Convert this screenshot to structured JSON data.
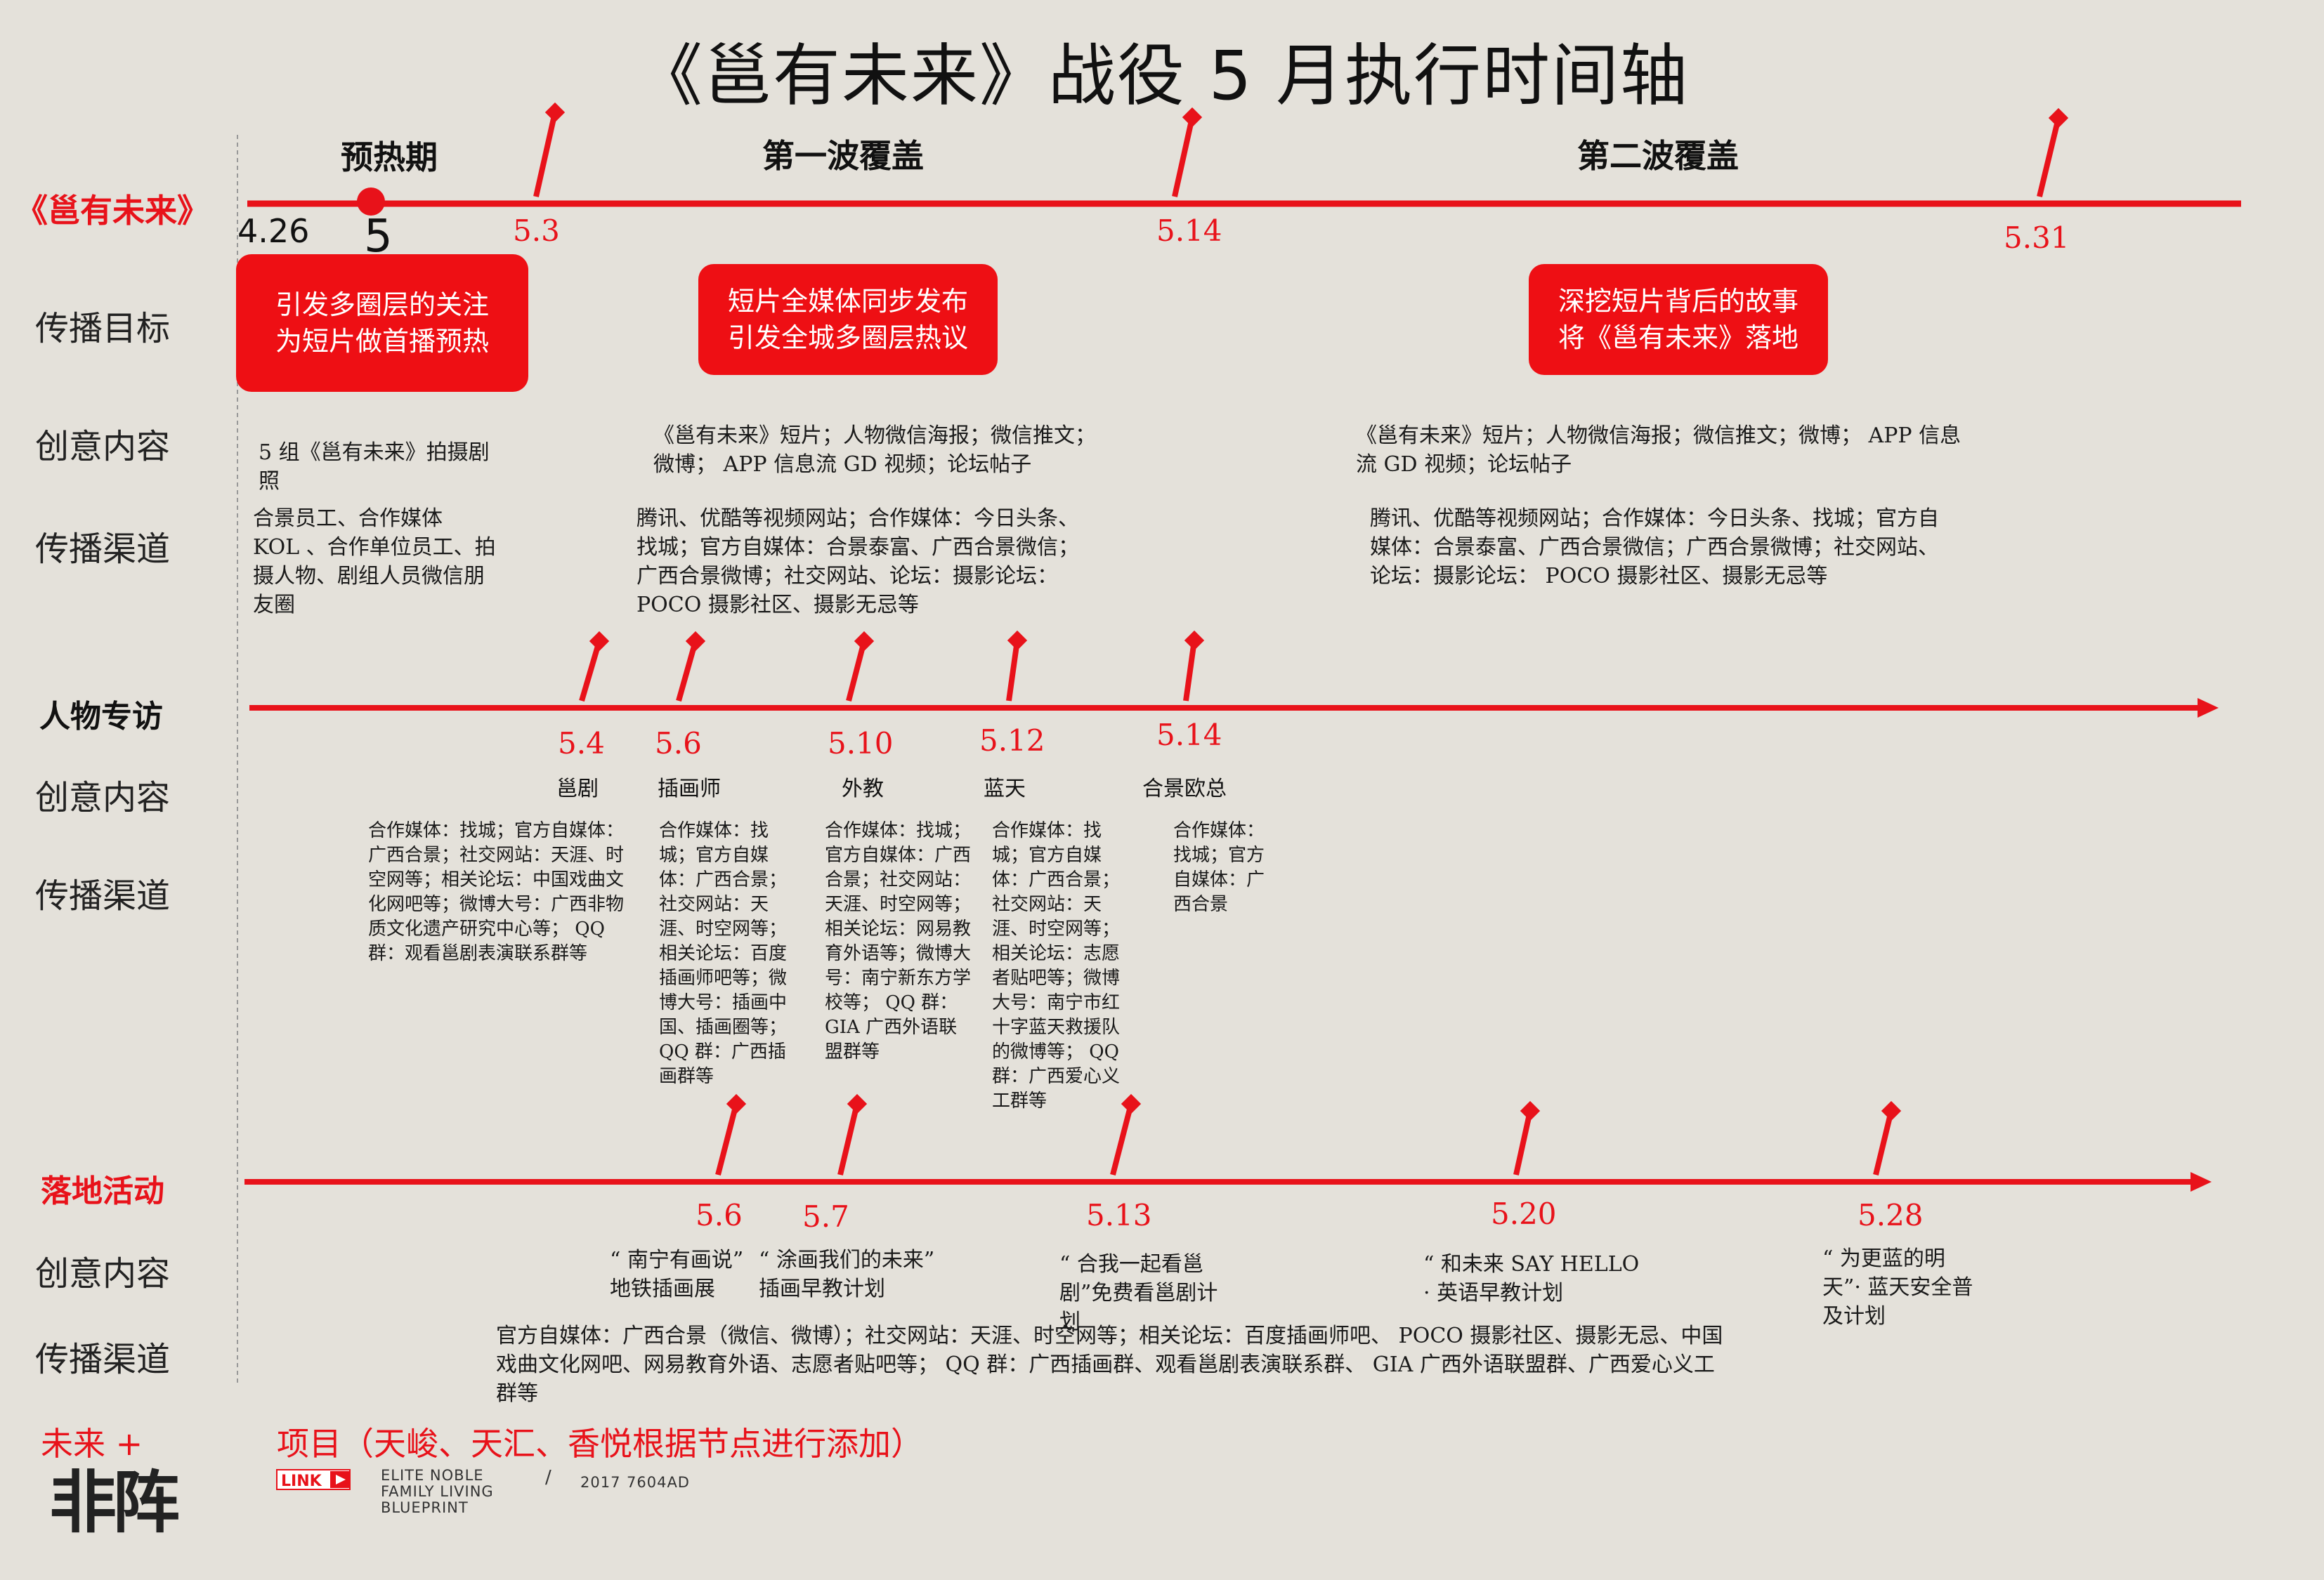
{
  "title": "《邕有未来》战役 5 月执行时间轴",
  "row_labels": {
    "campaign": "《邕有未来》",
    "goal": "传播目标",
    "content1": "创意内容",
    "channel1": "传播渠道",
    "interview": "人物专访",
    "content2": "创意内容",
    "channel2": "传播渠道",
    "event": "落地活动",
    "content3": "创意内容",
    "channel3": "传播渠道"
  },
  "phases": [
    "预热期",
    "第一波覆盖",
    "第二波覆盖"
  ],
  "dates_top": {
    "d426": "4.26",
    "d5": "5",
    "d53": "5.3",
    "d514": "5.14",
    "d531": "5.31"
  },
  "goals": [
    {
      "l1": "引发多圈层的关注",
      "l2": "为短片做首播预热"
    },
    {
      "l1": "短片全媒体同步发布",
      "l2": "引发全城多圈层热议"
    },
    {
      "l1": "深挖短片背后的故事",
      "l2": "将《邕有未来》落地"
    }
  ],
  "content1": [
    {
      "l1": "5 组《邕有未来》拍摄剧",
      "l2": "照"
    },
    {
      "l1": "《邕有未来》短片；人物微信海报；微信推文；",
      "l2": "微博； APP 信息流 GD 视频；论坛帖子"
    },
    {
      "l1": "《邕有未来》短片；人物微信海报；微信推文；微博； APP 信息",
      "l2": "流 GD 视频；论坛帖子"
    }
  ],
  "channel1": [
    {
      "lines": [
        "合景员工、合作媒体",
        "KOL 、合作单位员工、拍",
        "摄人物、剧组人员微信朋",
        "友圈"
      ]
    },
    {
      "lines": [
        "腾讯、优酷等视频网站；合作媒体：今日头条、",
        "找城；官方自媒体：合景泰富、广西合景微信；",
        "广西合景微博；社交网站、论坛：摄影论坛：",
        "POCO 摄影社区、摄影无忌等"
      ]
    },
    {
      "lines": [
        "腾讯、优酷等视频网站；合作媒体：今日头条、找城；官方自",
        "媒体：合景泰富、广西合景微信；广西合景微博；社交网站、",
        "论坛：摄影论坛： POCO 摄影社区、摄影无忌等"
      ]
    }
  ],
  "interview_dates": [
    "5.4",
    "5.6",
    "5.10",
    "5.12",
    "5.14"
  ],
  "interview_names": [
    "邕剧",
    "插画师",
    "外教",
    "蓝天",
    "合景欧总"
  ],
  "interview_channels": [
    {
      "lines": [
        "合作媒体：找城；官方自媒体：",
        "广西合景；社交网站：天涯、时",
        "空网等；相关论坛：中国戏曲文",
        "化网吧等；微博大号：广西非物",
        "质文化遗产研究中心等； QQ",
        "群：观看邕剧表演联系群等"
      ]
    },
    {
      "lines": [
        "合作媒体：找",
        "城；官方自媒",
        "体：广西合景；",
        "社交网站：天",
        "涯、时空网等；",
        "相关论坛：百度",
        "插画师吧等；微",
        "博大号：插画中",
        "国、插画圈等；",
        "QQ 群：广西插",
        "画群等"
      ]
    },
    {
      "lines": [
        "合作媒体：找城；",
        "官方自媒体：广西",
        "合景；社交网站：",
        "天涯、时空网等；",
        "相关论坛：网易教",
        "育外语等；微博大",
        "号：南宁新东方学",
        "校等； QQ 群：",
        "GIA 广西外语联",
        "盟群等"
      ]
    },
    {
      "lines": [
        "合作媒体：找",
        "城；官方自媒",
        "体：广西合景；",
        "社交网站：天",
        "涯、时空网等；",
        "相关论坛：志愿",
        "者贴吧等；微博",
        "大号：南宁市红",
        "十字蓝天救援队",
        "的微博等； QQ",
        "群：广西爱心义",
        "工群等"
      ]
    },
    {
      "lines": [
        "合作媒体：",
        "找城；官方",
        "自媒体：广",
        "西合景"
      ]
    }
  ],
  "event_dates": [
    "5.6",
    "5.7",
    "5.13",
    "5.20",
    "5.28"
  ],
  "event_contents": [
    {
      "lines": [
        "“ 南宁有画说”",
        "地铁插画展"
      ]
    },
    {
      "lines": [
        "“ 涂画我们的未来”",
        "插画早教计划"
      ]
    },
    {
      "lines": [
        "“ 合我一起看邕",
        "剧”免费看邕剧计",
        "划"
      ]
    },
    {
      "lines": [
        "“ 和未来 SAY HELLO",
        "· 英语早教计划"
      ]
    },
    {
      "lines": [
        "“ 为更蓝的明",
        "天”· 蓝天安全普",
        "及计划"
      ]
    }
  ],
  "channel3_lines": [
    "官方自媒体：广西合景（微信、微博）；社交网站：天涯、时空网等；相关论坛：百度插画师吧、 POCO 摄影社区、摄影无忌、中国",
    "戏曲文化网吧、网易教育外语、志愿者贴吧等； QQ 群：广西插画群、观看邕剧表演联系群、 GIA 广西外语联盟群、广西爱心义工",
    "群等"
  ],
  "footer": {
    "future_plus": "未来 +",
    "project_note": "项目（天峻、天汇、香悦根据节点进行添加）",
    "logo_text": "非阵",
    "link_badge": "LINK",
    "elite_lines": [
      "ELITE NOBLE",
      "FAMILY LIVING",
      "BLUEPRINT"
    ],
    "slash": "/",
    "year": "2017",
    "code": "7604AD"
  },
  "colors": {
    "accent": "#e8121a",
    "background": "#e4e1da"
  }
}
